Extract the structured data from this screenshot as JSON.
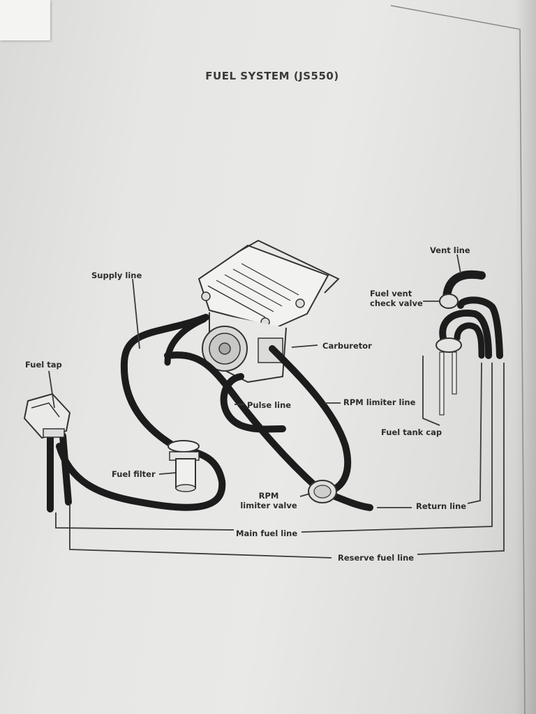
{
  "title": "FUEL SYSTEM (JS550)",
  "labels": {
    "supply_line": "Supply line",
    "fuel_tap": "Fuel tap",
    "fuel_filter": "Fuel filter",
    "carburetor": "Carburetor",
    "pulse_line": "Pulse line",
    "rpm_limiter_line": "RPM limiter line",
    "rpm_limiter_valve_1": "RPM",
    "rpm_limiter_valve_2": "limiter valve",
    "vent_line": "Vent line",
    "fuel_vent_check_valve_1": "Fuel vent",
    "fuel_vent_check_valve_2": "check valve",
    "fuel_tank_cap": "Fuel tank cap",
    "return_line": "Return line",
    "main_fuel_line": "Main fuel line",
    "reserve_fuel_line": "Reserve fuel line"
  },
  "colors": {
    "hose": "#1c1c1c",
    "line": "#3a3a3a",
    "paper": "#e6e6e4"
  }
}
